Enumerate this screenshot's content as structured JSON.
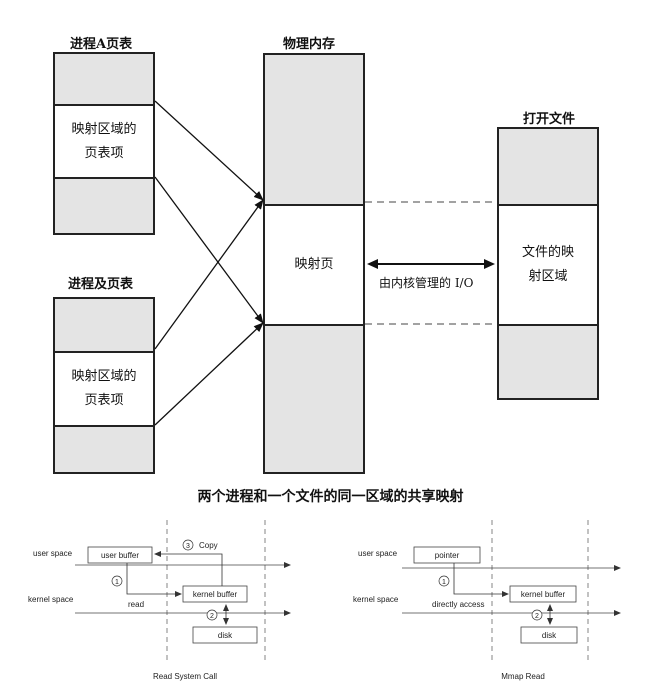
{
  "top_diagram": {
    "process_a": {
      "title": "进程A页表",
      "region_line1": "映射区域的",
      "region_line2": "页表项"
    },
    "process_b": {
      "title": "进程及页表",
      "region_line1": "映射区域的",
      "region_line2": "页表项"
    },
    "physical_memory": {
      "title": "物理内存",
      "mapped_page": "映射页"
    },
    "open_file": {
      "title": "打开文件",
      "region_line1": "文件的映",
      "region_line2": "射区域"
    },
    "io_label": "由内核管理的 I/O",
    "caption": "两个进程和一个文件的同一区域的共享映射"
  },
  "read_diagram": {
    "user_space": "user space",
    "kernel_space": "kernel space",
    "user_buffer": "user buffer",
    "kernel_buffer": "kernel buffer",
    "disk": "disk",
    "step1": "1",
    "step1_label": "read",
    "step2": "2",
    "step3": "3",
    "step3_label": "Copy",
    "caption": "Read System Call"
  },
  "mmap_diagram": {
    "user_space": "user space",
    "kernel_space": "kernel space",
    "pointer": "pointer",
    "kernel_buffer": "kernel buffer",
    "disk": "disk",
    "step1": "1",
    "step1_label": "directly access",
    "step2": "2",
    "caption": "Mmap Read"
  }
}
